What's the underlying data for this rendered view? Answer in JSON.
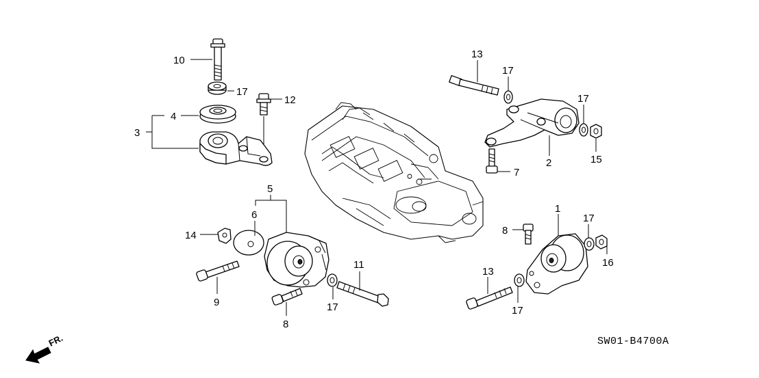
{
  "diagram_code": "SW01-B4700A",
  "front_indicator": "FR.",
  "callouts": {
    "c1": "1",
    "c2": "2",
    "c3": "3",
    "c4": "4",
    "c5": "5",
    "c6": "6",
    "c7": "7",
    "c8a": "8",
    "c8b": "8",
    "c9": "9",
    "c10": "10",
    "c11": "11",
    "c12": "12",
    "c13a": "13",
    "c13b": "13",
    "c14": "14",
    "c15": "15",
    "c16": "16",
    "c17a": "17",
    "c17b": "17",
    "c17c": "17",
    "c17d": "17",
    "c17e": "17",
    "c17f": "17"
  },
  "icons": [
    "bolt-icon",
    "washer-icon",
    "nut-icon",
    "mount-icon",
    "engine-icon",
    "arrow-icon"
  ]
}
